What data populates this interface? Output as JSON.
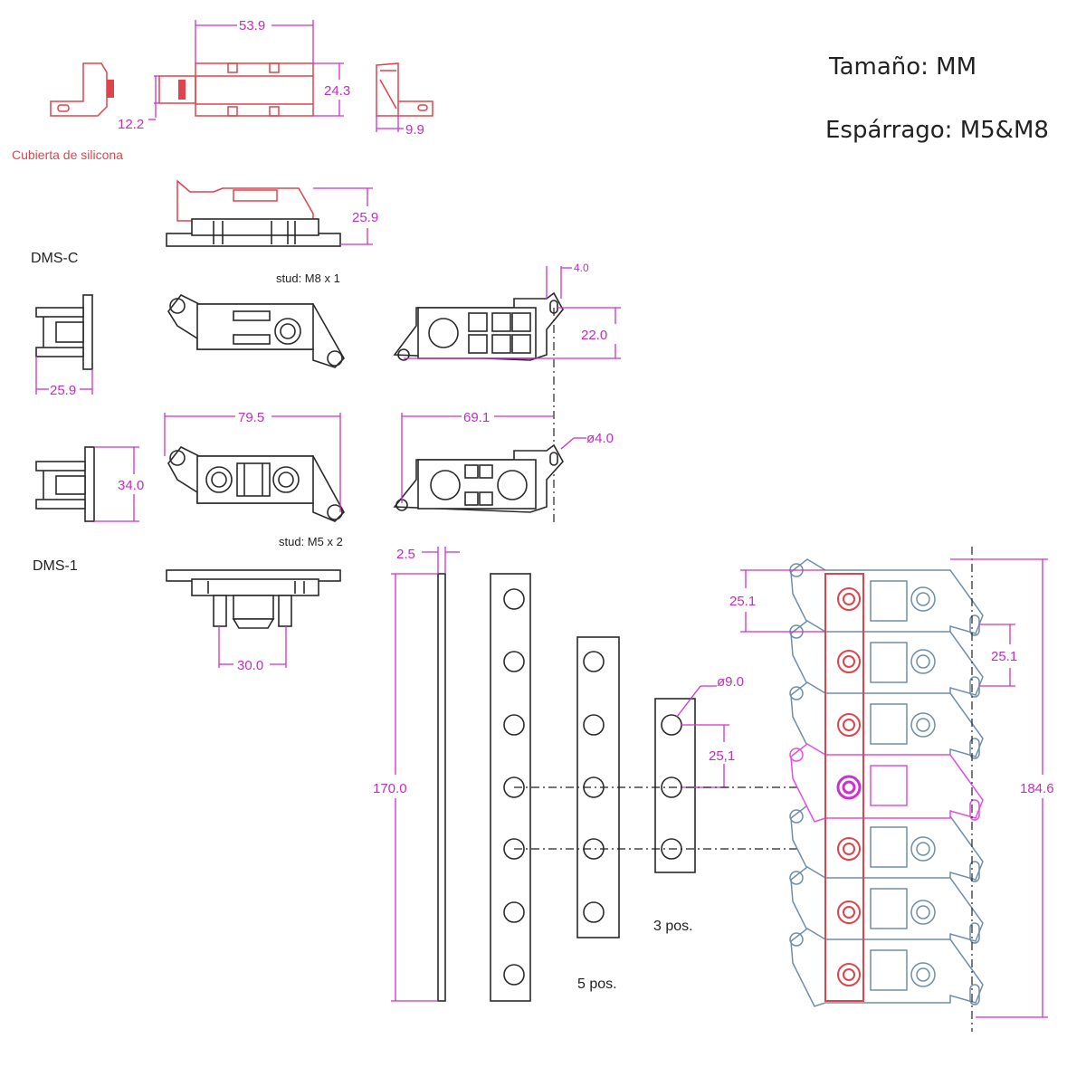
{
  "header": {
    "size": "Tamaño: MM",
    "stud": "Espárrago: M5&M8"
  },
  "labels": {
    "silicone_cover": "Cubierta de silicona",
    "dms_c": "DMS-C",
    "dms_1": "DMS-1",
    "stud_m8": "stud: M8 x 1",
    "stud_m5": "stud: M5 x 2",
    "pos5": "5 pos.",
    "pos3": "3 pos."
  },
  "dimensions": {
    "d53_9": "53.9",
    "d24_3": "24.3",
    "d12_2": "12.2",
    "d9_9": "9.9",
    "d25_9a": "25.9",
    "d25_9b": "25.9",
    "d4_0": "4.0",
    "d22_0": "22.0",
    "d79_5": "79.5",
    "d69_1": "69.1",
    "phi4_0": "ø4.0",
    "d34_0": "34.0",
    "d30_0": "30.0",
    "d2_5": "2.5",
    "d170_0": "170.0",
    "phi9_0": "ø9.0",
    "d25_1a": "25,1",
    "d25_1b": "25.1",
    "d25_1c": "25.1",
    "d184_6": "184.6"
  },
  "colors": {
    "dimension": "#d02fd0",
    "silicone_cover": "#e0444a",
    "assembly": "#6f8eaa",
    "line": "#2a2a2a"
  }
}
